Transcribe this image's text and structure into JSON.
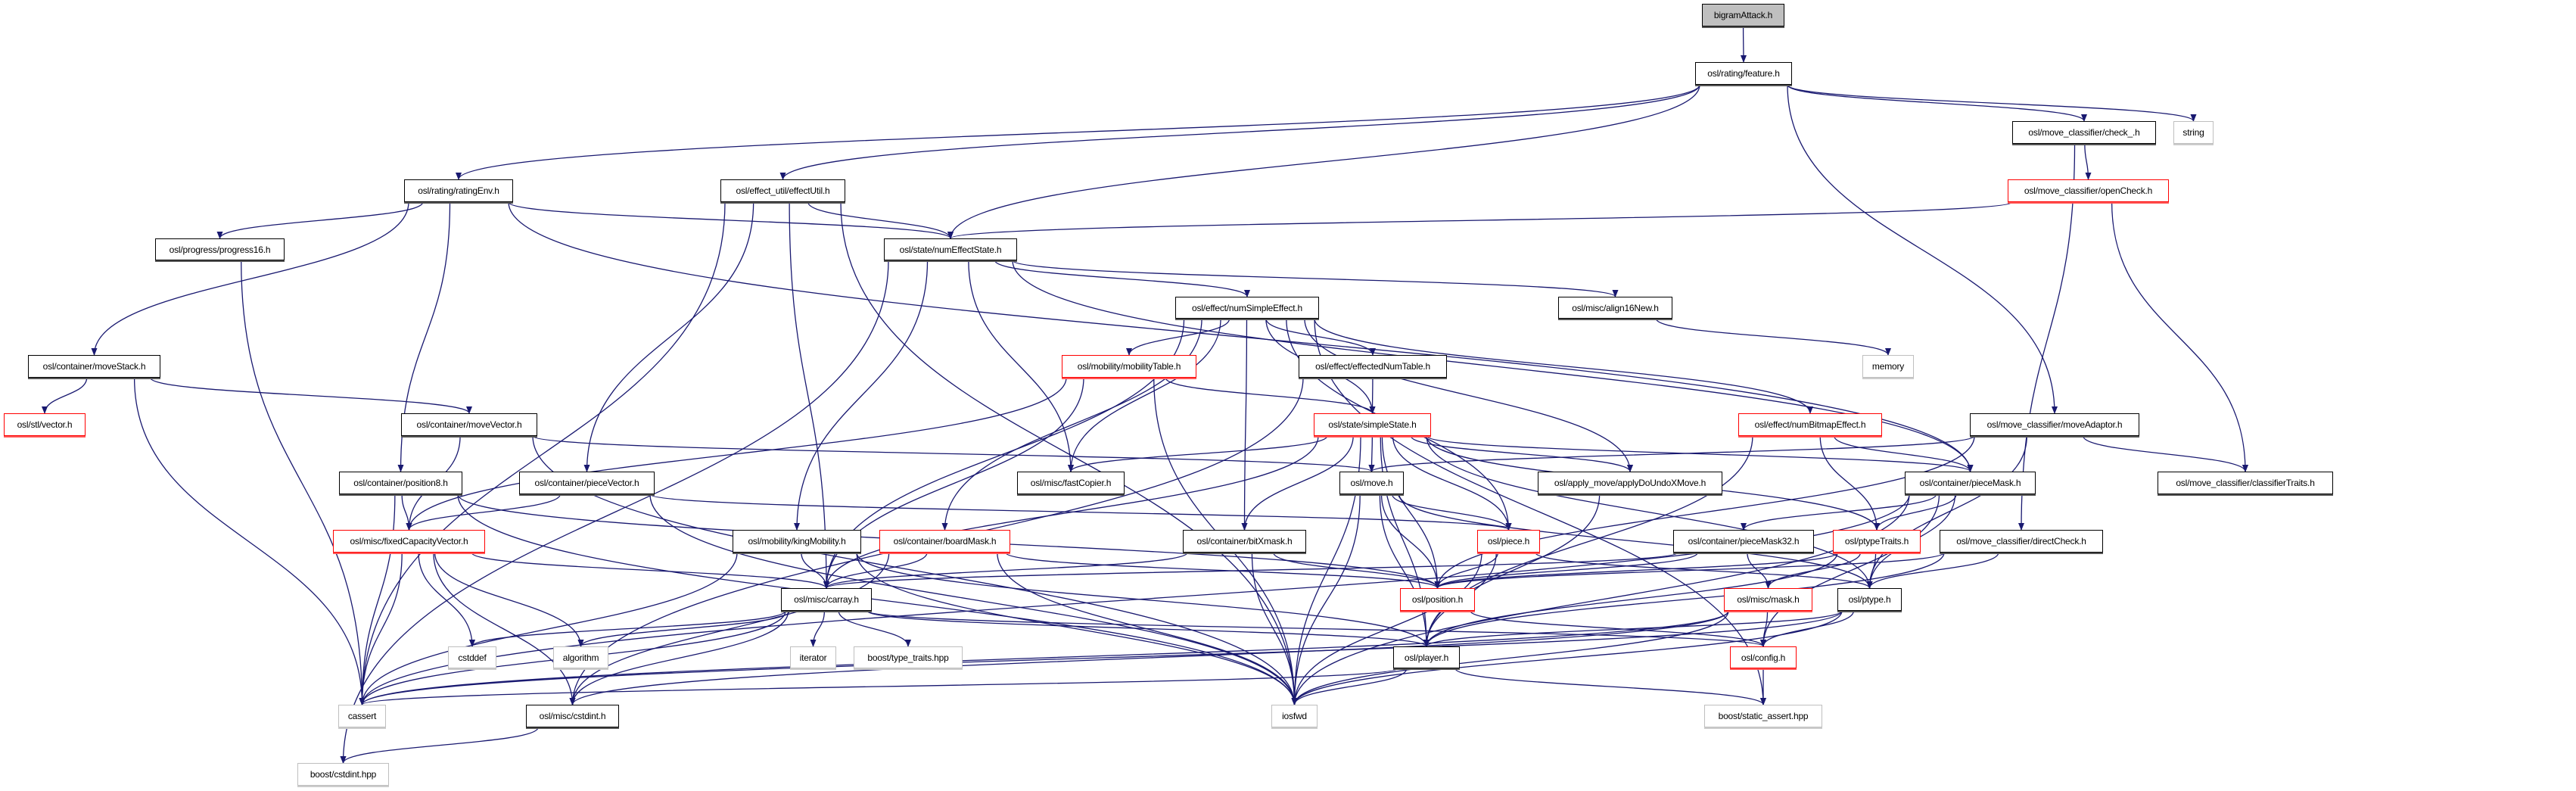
{
  "colors": {
    "edge": "#191970",
    "missing": "#ff0000",
    "external": "#bfbfbf",
    "root_fill": "#bfbfbf",
    "normal": "#000000"
  },
  "nodes": [
    {
      "id": "bigramAttack",
      "label": "bigramAttack.h",
      "style": "root"
    },
    {
      "id": "feature",
      "label": "osl/rating/feature.h",
      "style": "normal"
    },
    {
      "id": "check_",
      "label": "osl/move_classifier/check_.h",
      "style": "normal"
    },
    {
      "id": "string",
      "label": "string",
      "style": "gray"
    },
    {
      "id": "ratingEnv",
      "label": "osl/rating/ratingEnv.h",
      "style": "normal"
    },
    {
      "id": "effectUtil",
      "label": "osl/effect_util/effectUtil.h",
      "style": "normal"
    },
    {
      "id": "openCheck",
      "label": "osl/move_classifier/openCheck.h",
      "style": "red"
    },
    {
      "id": "progress16",
      "label": "osl/progress/progress16.h",
      "style": "normal"
    },
    {
      "id": "numEffectState",
      "label": "osl/state/numEffectState.h",
      "style": "normal"
    },
    {
      "id": "numSimpleEffect",
      "label": "osl/effect/numSimpleEffect.h",
      "style": "normal"
    },
    {
      "id": "align16New",
      "label": "osl/misc/align16New.h",
      "style": "normal"
    },
    {
      "id": "moveStack",
      "label": "osl/container/moveStack.h",
      "style": "normal"
    },
    {
      "id": "mobilityTable",
      "label": "osl/mobility/mobilityTable.h",
      "style": "red"
    },
    {
      "id": "effectedNumTable",
      "label": "osl/effect/effectedNumTable.h",
      "style": "normal"
    },
    {
      "id": "memory",
      "label": "memory",
      "style": "gray"
    },
    {
      "id": "stlvector",
      "label": "osl/stl/vector.h",
      "style": "red"
    },
    {
      "id": "moveVector",
      "label": "osl/container/moveVector.h",
      "style": "normal"
    },
    {
      "id": "simpleState",
      "label": "osl/state/simpleState.h",
      "style": "red"
    },
    {
      "id": "numBitmapEffect",
      "label": "osl/effect/numBitmapEffect.h",
      "style": "red"
    },
    {
      "id": "moveAdaptor",
      "label": "osl/move_classifier/moveAdaptor.h",
      "style": "normal"
    },
    {
      "id": "position8",
      "label": "osl/container/position8.h",
      "style": "normal"
    },
    {
      "id": "pieceVector",
      "label": "osl/container/pieceVector.h",
      "style": "normal"
    },
    {
      "id": "fastCopier",
      "label": "osl/misc/fastCopier.h",
      "style": "normal"
    },
    {
      "id": "move",
      "label": "osl/move.h",
      "style": "normal"
    },
    {
      "id": "applyDoUndoXMove",
      "label": "osl/apply_move/applyDoUndoXMove.h",
      "style": "normal"
    },
    {
      "id": "pieceMask",
      "label": "osl/container/pieceMask.h",
      "style": "normal"
    },
    {
      "id": "classifierTraits",
      "label": "osl/move_classifier/classifierTraits.h",
      "style": "normal"
    },
    {
      "id": "fixedCapacityVector",
      "label": "osl/misc/fixedCapacityVector.h",
      "style": "red"
    },
    {
      "id": "kingMobility",
      "label": "osl/mobility/kingMobility.h",
      "style": "normal"
    },
    {
      "id": "boardMask",
      "label": "osl/container/boardMask.h",
      "style": "red"
    },
    {
      "id": "bitXmask",
      "label": "osl/container/bitXmask.h",
      "style": "normal"
    },
    {
      "id": "piece",
      "label": "osl/piece.h",
      "style": "red"
    },
    {
      "id": "pieceMask32",
      "label": "osl/container/pieceMask32.h",
      "style": "normal"
    },
    {
      "id": "ptypeTraits",
      "label": "osl/ptypeTraits.h",
      "style": "red"
    },
    {
      "id": "directCheck",
      "label": "osl/move_classifier/directCheck.h",
      "style": "normal"
    },
    {
      "id": "carray",
      "label": "osl/misc/carray.h",
      "style": "normal"
    },
    {
      "id": "position",
      "label": "osl/position.h",
      "style": "red"
    },
    {
      "id": "mask",
      "label": "osl/misc/mask.h",
      "style": "red"
    },
    {
      "id": "ptype",
      "label": "osl/ptype.h",
      "style": "normal"
    },
    {
      "id": "cstddef",
      "label": "cstddef",
      "style": "gray"
    },
    {
      "id": "algorithm",
      "label": "algorithm",
      "style": "gray"
    },
    {
      "id": "iterator",
      "label": "iterator",
      "style": "gray"
    },
    {
      "id": "typetraits",
      "label": "boost/type_traits.hpp",
      "style": "gray"
    },
    {
      "id": "player",
      "label": "osl/player.h",
      "style": "normal"
    },
    {
      "id": "config",
      "label": "osl/config.h",
      "style": "red"
    },
    {
      "id": "cassert",
      "label": "cassert",
      "style": "gray"
    },
    {
      "id": "cstdint",
      "label": "osl/misc/cstdint.h",
      "style": "normal"
    },
    {
      "id": "iosfwd",
      "label": "iosfwd",
      "style": "gray"
    },
    {
      "id": "staticassert",
      "label": "boost/static_assert.hpp",
      "style": "gray"
    },
    {
      "id": "boostcstdint",
      "label": "boost/cstdint.hpp",
      "style": "gray"
    }
  ],
  "edges": [
    [
      "bigramAttack",
      "feature"
    ],
    [
      "feature",
      "ratingEnv"
    ],
    [
      "feature",
      "effectUtil"
    ],
    [
      "feature",
      "numEffectState"
    ],
    [
      "feature",
      "check_"
    ],
    [
      "feature",
      "string"
    ],
    [
      "feature",
      "moveAdaptor"
    ],
    [
      "check_",
      "openCheck"
    ],
    [
      "check_",
      "directCheck"
    ],
    [
      "openCheck",
      "numEffectState"
    ],
    [
      "openCheck",
      "classifierTraits"
    ],
    [
      "ratingEnv",
      "progress16"
    ],
    [
      "ratingEnv",
      "numEffectState"
    ],
    [
      "ratingEnv",
      "moveStack"
    ],
    [
      "ratingEnv",
      "position8"
    ],
    [
      "ratingEnv",
      "pieceMask"
    ],
    [
      "effectUtil",
      "numEffectState"
    ],
    [
      "effectUtil",
      "pieceVector"
    ],
    [
      "effectUtil",
      "carray"
    ],
    [
      "effectUtil",
      "iosfwd"
    ],
    [
      "effectUtil",
      "cassert"
    ],
    [
      "progress16",
      "cassert"
    ],
    [
      "numEffectState",
      "numSimpleEffect"
    ],
    [
      "numEffectState",
      "align16New"
    ],
    [
      "numEffectState",
      "kingMobility"
    ],
    [
      "numEffectState",
      "fastCopier"
    ],
    [
      "numEffectState",
      "boostcstdint"
    ],
    [
      "numEffectState",
      "pieceMask"
    ],
    [
      "align16New",
      "memory"
    ],
    [
      "numSimpleEffect",
      "mobilityTable"
    ],
    [
      "numSimpleEffect",
      "effectedNumTable"
    ],
    [
      "numSimpleEffect",
      "simpleState"
    ],
    [
      "numSimpleEffect",
      "numBitmapEffect"
    ],
    [
      "numSimpleEffect",
      "piece"
    ],
    [
      "numSimpleEffect",
      "fastCopier"
    ],
    [
      "numSimpleEffect",
      "boardMask"
    ],
    [
      "numSimpleEffect",
      "bitXmask"
    ],
    [
      "numSimpleEffect",
      "carray"
    ],
    [
      "numSimpleEffect",
      "applyDoUndoXMove"
    ],
    [
      "numSimpleEffect",
      "staticassert"
    ],
    [
      "mobilityTable",
      "simpleState"
    ],
    [
      "mobilityTable",
      "carray"
    ],
    [
      "mobilityTable",
      "iosfwd"
    ],
    [
      "mobilityTable",
      "fixedCapacityVector"
    ],
    [
      "effectedNumTable",
      "simpleState"
    ],
    [
      "effectedNumTable",
      "cstdint"
    ],
    [
      "moveStack",
      "stlvector"
    ],
    [
      "moveStack",
      "moveVector"
    ],
    [
      "moveStack",
      "cassert"
    ],
    [
      "moveVector",
      "move"
    ],
    [
      "moveVector",
      "fixedCapacityVector"
    ],
    [
      "moveVector",
      "iosfwd"
    ],
    [
      "position8",
      "fixedCapacityVector"
    ],
    [
      "position8",
      "position"
    ],
    [
      "position8",
      "cassert"
    ],
    [
      "position8",
      "iosfwd"
    ],
    [
      "pieceVector",
      "fixedCapacityVector"
    ],
    [
      "pieceVector",
      "piece"
    ],
    [
      "pieceVector",
      "iosfwd"
    ],
    [
      "fixedCapacityVector",
      "carray"
    ],
    [
      "fixedCapacityVector",
      "cassert"
    ],
    [
      "fixedCapacityVector",
      "cstddef"
    ],
    [
      "fixedCapacityVector",
      "algorithm"
    ],
    [
      "fixedCapacityVector",
      "cstdint"
    ],
    [
      "kingMobility",
      "carray"
    ],
    [
      "kingMobility",
      "player"
    ],
    [
      "kingMobility",
      "cassert"
    ],
    [
      "kingMobility",
      "iosfwd"
    ],
    [
      "boardMask",
      "carray"
    ],
    [
      "boardMask",
      "position"
    ],
    [
      "boardMask",
      "cstdint"
    ],
    [
      "boardMask",
      "iosfwd"
    ],
    [
      "bitXmask",
      "carray"
    ],
    [
      "bitXmask",
      "position"
    ],
    [
      "bitXmask",
      "iosfwd"
    ],
    [
      "carray",
      "cstddef"
    ],
    [
      "carray",
      "algorithm"
    ],
    [
      "carray",
      "iterator"
    ],
    [
      "carray",
      "typetraits"
    ],
    [
      "carray",
      "cassert"
    ],
    [
      "carray",
      "cstdint"
    ],
    [
      "carray",
      "player"
    ],
    [
      "carray",
      "config"
    ],
    [
      "simpleState",
      "move"
    ],
    [
      "simpleState",
      "applyDoUndoXMove"
    ],
    [
      "simpleState",
      "pieceMask"
    ],
    [
      "simpleState",
      "piece"
    ],
    [
      "simpleState",
      "carray"
    ],
    [
      "simpleState",
      "fastCopier"
    ],
    [
      "simpleState",
      "bitXmask"
    ],
    [
      "simpleState",
      "ptypeTraits"
    ],
    [
      "simpleState",
      "player"
    ],
    [
      "simpleState",
      "position"
    ],
    [
      "simpleState",
      "ptype"
    ],
    [
      "simpleState",
      "iosfwd"
    ],
    [
      "numBitmapEffect",
      "pieceMask"
    ],
    [
      "numBitmapEffect",
      "ptypeTraits"
    ],
    [
      "numBitmapEffect",
      "player"
    ],
    [
      "moveAdaptor",
      "move"
    ],
    [
      "moveAdaptor",
      "classifierTraits"
    ],
    [
      "moveAdaptor",
      "position"
    ],
    [
      "moveAdaptor",
      "ptype"
    ],
    [
      "move",
      "piece"
    ],
    [
      "move",
      "position"
    ],
    [
      "move",
      "player"
    ],
    [
      "move",
      "iosfwd"
    ],
    [
      "move",
      "ptype"
    ],
    [
      "applyDoUndoXMove",
      "player"
    ],
    [
      "pieceMask",
      "pieceMask32"
    ],
    [
      "pieceMask",
      "ptypeTraits"
    ],
    [
      "pieceMask",
      "ptype"
    ],
    [
      "pieceMask",
      "cassert"
    ],
    [
      "pieceMask",
      "iosfwd"
    ],
    [
      "pieceMask",
      "config"
    ],
    [
      "pieceMask32",
      "mask"
    ],
    [
      "pieceMask32",
      "carray"
    ],
    [
      "pieceMask32",
      "position"
    ],
    [
      "ptypeTraits",
      "position"
    ],
    [
      "ptypeTraits",
      "mask"
    ],
    [
      "ptypeTraits",
      "ptype"
    ],
    [
      "ptypeTraits",
      "player"
    ],
    [
      "directCheck",
      "ptype"
    ],
    [
      "directCheck",
      "position"
    ],
    [
      "directCheck",
      "player"
    ],
    [
      "piece",
      "position"
    ],
    [
      "piece",
      "ptype"
    ],
    [
      "piece",
      "player"
    ],
    [
      "piece",
      "iosfwd"
    ],
    [
      "position",
      "config"
    ],
    [
      "mask",
      "config"
    ],
    [
      "mask",
      "cassert"
    ],
    [
      "mask",
      "iosfwd"
    ],
    [
      "mask",
      "cstdint"
    ],
    [
      "ptype",
      "config"
    ],
    [
      "ptype",
      "player"
    ],
    [
      "ptype",
      "iosfwd"
    ],
    [
      "ptype",
      "cassert"
    ],
    [
      "player",
      "cassert"
    ],
    [
      "player",
      "iosfwd"
    ],
    [
      "player",
      "staticassert"
    ],
    [
      "config",
      "staticassert"
    ],
    [
      "cstdint",
      "boostcstdint"
    ]
  ]
}
